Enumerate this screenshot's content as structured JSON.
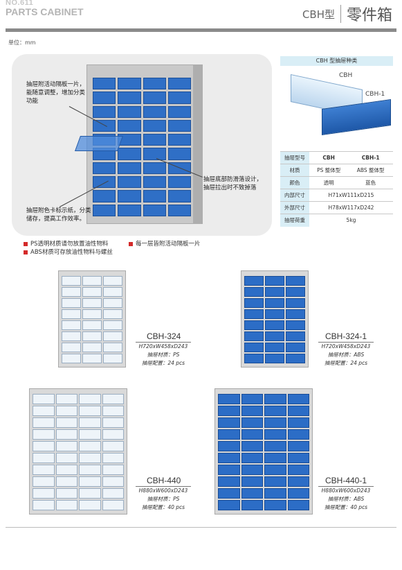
{
  "header": {
    "page_no": "NO.611",
    "title_en": "PARTS CABINET",
    "series": "CBH型",
    "title_cn": "零件箱"
  },
  "unit_label": "单位：mm",
  "feature": {
    "callout_1": "抽屉附活动隔板一片，能随意调整，增加分类功能",
    "callout_2": "抽屉底部防滑落设计，抽屉拉出时不致掉落",
    "callout_3": "抽屉附色卡标示纸，分类储存，提高工作效率。"
  },
  "drawer_types": {
    "title": "CBH 型抽屉种类",
    "label_a": "CBH",
    "label_b": "CBH-1"
  },
  "spec_table": {
    "rows": [
      {
        "label": "抽屉型号",
        "a": "CBH",
        "b": "CBH-1"
      },
      {
        "label": "材质",
        "a": "PS 整体型",
        "b": "ABS 整体型"
      },
      {
        "label": "颜色",
        "a": "透明",
        "b": "蓝色"
      },
      {
        "label": "内部尺寸",
        "merged": "H71xW111xD215"
      },
      {
        "label": "外部尺寸",
        "merged": "H78xW117xD242"
      },
      {
        "label": "抽屉荷重",
        "merged": "5kg"
      }
    ]
  },
  "notes": {
    "n1": "PS透明材质请勿放置油性物料",
    "n2": "每一层皆附活动隔板一片",
    "n3": "ABS材质可存放油性物料与螺丝"
  },
  "products": [
    {
      "name": "CBH-324",
      "dims": "H720xW458xD243",
      "material": "抽屉材质：PS",
      "config": "抽屉配置：24 pcs"
    },
    {
      "name": "CBH-324-1",
      "dims": "H720xW458xD243",
      "material": "抽屉材质：ABS",
      "config": "抽屉配置：24 pcs"
    },
    {
      "name": "CBH-440",
      "dims": "H880xW600xD243",
      "material": "抽屉材质：PS",
      "config": "抽屉配置：40 pcs"
    },
    {
      "name": "CBH-440-1",
      "dims": "H880xW600xD243",
      "material": "抽屉材质：ABS",
      "config": "抽屉配置：40 pcs"
    }
  ],
  "colors": {
    "accent_red": "#d42a2a",
    "drawer_blue": "#2c6dc6",
    "header_bar": "#8a8a8a",
    "table_head": "#d9eef6"
  }
}
